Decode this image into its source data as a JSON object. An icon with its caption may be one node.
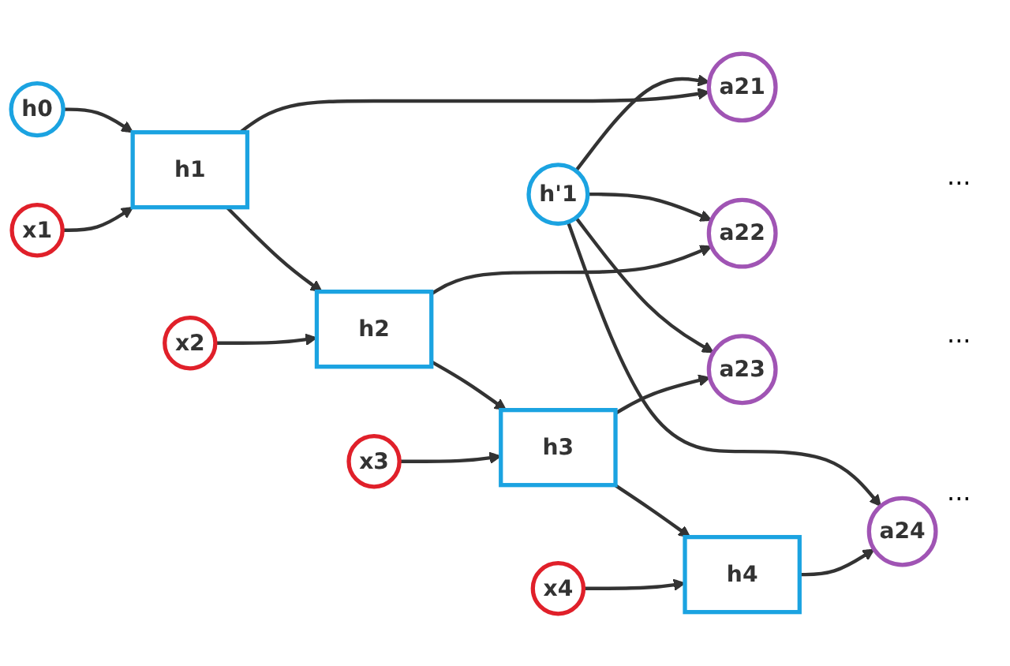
{
  "diagram": {
    "nodes": [
      {
        "text": [
          "h'1"
        ]
      },
      {
        "text": [
          "a21"
        ]
      },
      {
        "text": [
          "a22"
        ]
      },
      {
        "text": [
          "a23"
        ]
      },
      {
        "text": [
          "a24"
        ]
      },
      {
        "text": [
          "h0"
        ]
      },
      {
        "text": [
          "h1"
        ]
      },
      {
        "text": [
          "h2"
        ]
      },
      {
        "text": [
          "h3"
        ]
      },
      {
        "text": [
          "h4"
        ]
      },
      {
        "text": [
          "x1"
        ]
      },
      {
        "text": [
          "x2"
        ]
      },
      {
        "text": [
          "x3"
        ]
      },
      {
        "text": [
          "x4"
        ]
      }
    ],
    "edges": [
      {
        "from": 0,
        "to": 1,
        "arrow": "to"
      },
      {
        "from": 0,
        "to": 2,
        "arrow": "to"
      },
      {
        "from": 0,
        "to": 3,
        "arrow": "to"
      },
      {
        "from": 0,
        "to": 4,
        "arrow": "to"
      },
      {
        "from": 5,
        "to": 6,
        "arrow": "to"
      },
      {
        "from": 6,
        "to": 7,
        "arrow": "to"
      },
      {
        "from": 7,
        "to": 8,
        "arrow": "to"
      },
      {
        "from": 8,
        "to": 9,
        "arrow": "to"
      },
      {
        "from": 6,
        "to": 1,
        "arrow": "to"
      },
      {
        "from": 7,
        "to": 2,
        "arrow": "to"
      },
      {
        "from": 8,
        "to": 3,
        "arrow": "to"
      },
      {
        "from": 9,
        "to": 4,
        "arrow": "to"
      },
      {
        "from": 10,
        "to": 6,
        "arrow": "to"
      },
      {
        "from": 11,
        "to": 7,
        "arrow": "to"
      },
      {
        "from": 12,
        "to": 8,
        "arrow": "to"
      },
      {
        "from": 13,
        "to": 9,
        "arrow": "to"
      }
    ],
    "labels": [
      "...",
      "...",
      "..."
    ]
  }
}
